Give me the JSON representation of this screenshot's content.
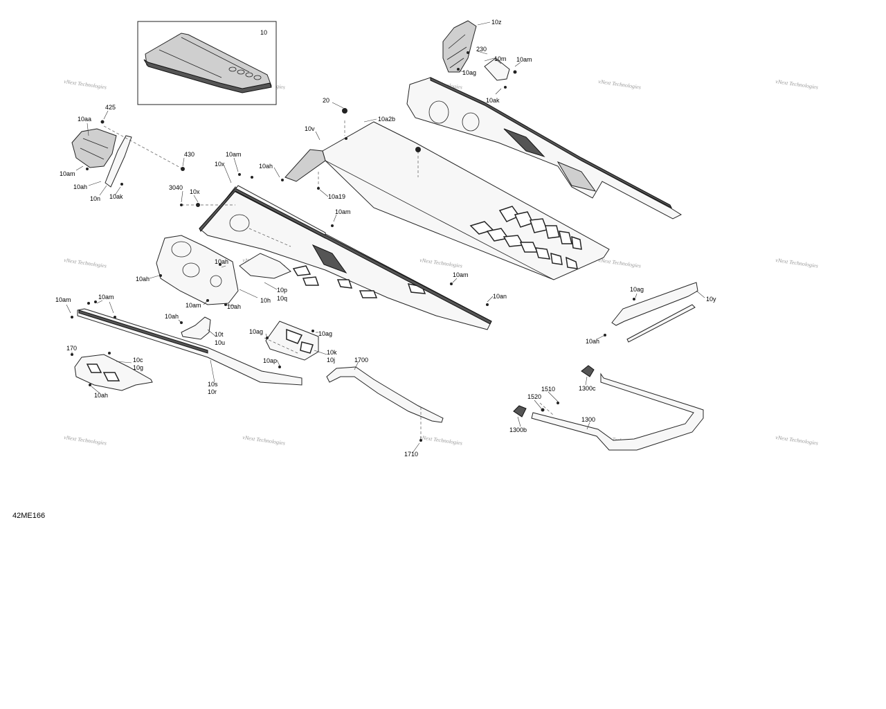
{
  "diagram_code": "42ME166",
  "watermark": "vNext Technologies",
  "labels": {
    "l_10": "10",
    "l_10z": "10z",
    "l_230": "230",
    "l_10m": "10m",
    "l_10am_a": "10am",
    "l_10ag_a": "10ag",
    "l_10ak_a": "10ak",
    "l_425": "425",
    "l_10aa": "10aa",
    "l_10am_b": "10am",
    "l_10ah_a": "10ah",
    "l_10n": "10n",
    "l_10ak_b": "10ak",
    "l_430": "430",
    "l_20": "20",
    "l_10a2b": "10a2b",
    "l_10v": "10v",
    "l_10am_c": "10am",
    "l_10x_a": "10x",
    "l_10ah_b": "10ah",
    "l_3040": "3040",
    "l_10x_b": "10x",
    "l_10a19": "10a19",
    "l_10am_d": "10am",
    "l_10ah_c": "10ah",
    "l_10ah_d": "10ah",
    "l_10p": "10p",
    "l_10q": "10q",
    "l_10h": "10h",
    "l_10am_e": "10am",
    "l_10ah_e": "10ah",
    "l_10am_f": "10am",
    "l_10an": "10an",
    "l_10am_g": "10am",
    "l_10am_h": "10am",
    "l_10ah_f": "10ah",
    "l_10t": "10t",
    "l_10u": "10u",
    "l_10ag_b": "10ag",
    "l_10ag_c": "10ag",
    "l_10k": "10k",
    "l_10j": "10j",
    "l_10ap": "10ap",
    "l_170": "170",
    "l_10c": "10c",
    "l_10g": "10g",
    "l_10ah_g": "10ah",
    "l_10s": "10s",
    "l_10r": "10r",
    "l_1700": "1700",
    "l_1710": "1710",
    "l_10ag_d": "10ag",
    "l_10y": "10y",
    "l_10ah_h": "10ah",
    "l_1300c": "1300c",
    "l_1510": "1510",
    "l_1520": "1520",
    "l_1300": "1300",
    "l_1300b": "1300b"
  }
}
